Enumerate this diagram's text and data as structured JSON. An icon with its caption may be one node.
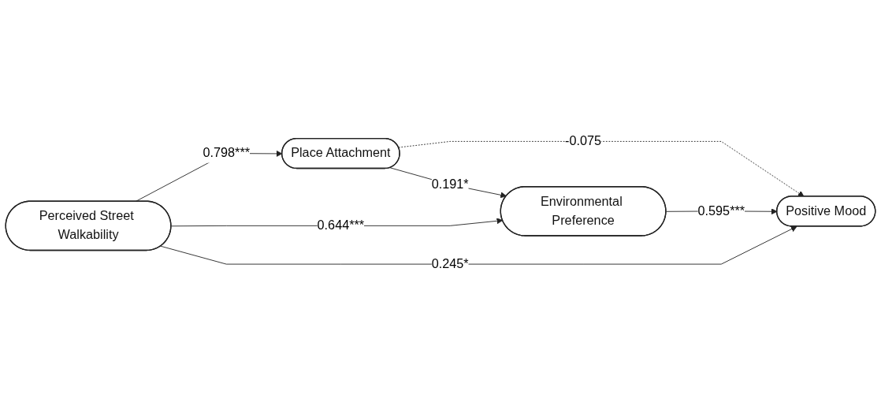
{
  "diagram": {
    "nodes": [
      {
        "text": [
          "Place Attachment"
        ]
      },
      {
        "text": [
          "Environmental Preference"
        ]
      },
      {
        "text": [
          "Perceived Street Walkability"
        ]
      },
      {
        "text": [
          "Positive Mood"
        ]
      }
    ],
    "edges": [
      {
        "from": 2,
        "to": 0,
        "arrow": "to",
        "label": "0.798***"
      },
      {
        "from": 0,
        "to": 1,
        "arrow": "to",
        "label": "0.191*"
      },
      {
        "from": 2,
        "to": 1,
        "arrow": "to",
        "label": "0.644***"
      },
      {
        "from": 0,
        "to": 3,
        "arrow": "to",
        "label": "-0.075",
        "style": "dashed"
      },
      {
        "from": 1,
        "to": 3,
        "arrow": "to",
        "label": "0.595***"
      },
      {
        "from": 2,
        "to": 3,
        "arrow": "to",
        "label": "0.245*"
      }
    ]
  }
}
